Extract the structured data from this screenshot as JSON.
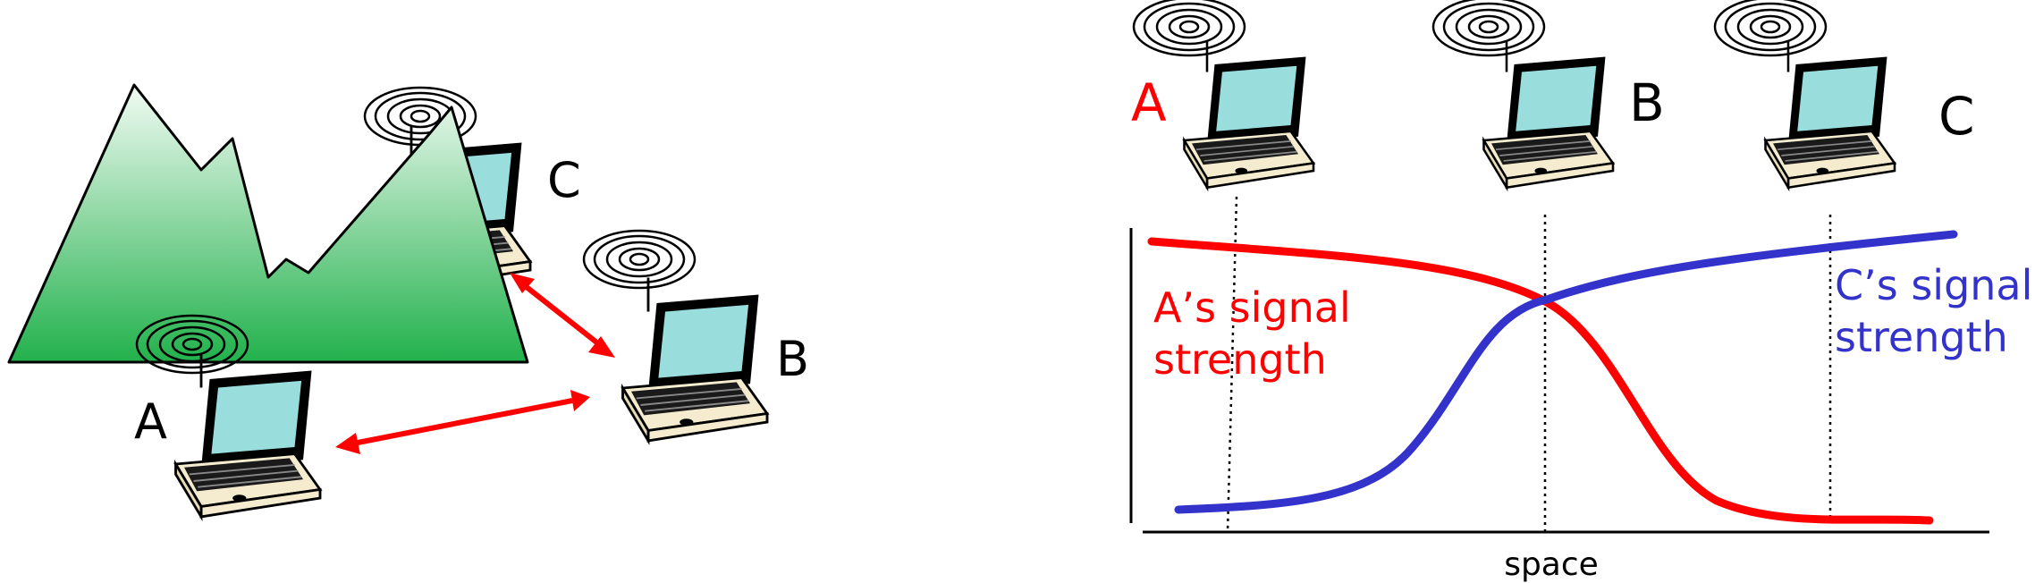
{
  "left_panel": {
    "labels": {
      "a": "A",
      "b": "B",
      "c": "C"
    },
    "colors": {
      "mountain_top": "#f2fbf4",
      "mountain_bottom": "#22b14c",
      "link_arrow": "#ff0000"
    }
  },
  "right_panel": {
    "labels": {
      "a": "A",
      "b": "B",
      "c": "C"
    },
    "a_signal_label": [
      "A’s signal",
      "strength"
    ],
    "c_signal_label": [
      "C’s signal",
      "strength"
    ],
    "xlabel": "space",
    "colors": {
      "a_signal": "#ff0000",
      "c_signal": "#3333cc"
    }
  },
  "laptop_colors": {
    "screen": "#99dddd",
    "body": "#f5ecd0",
    "frame": "#000000"
  }
}
